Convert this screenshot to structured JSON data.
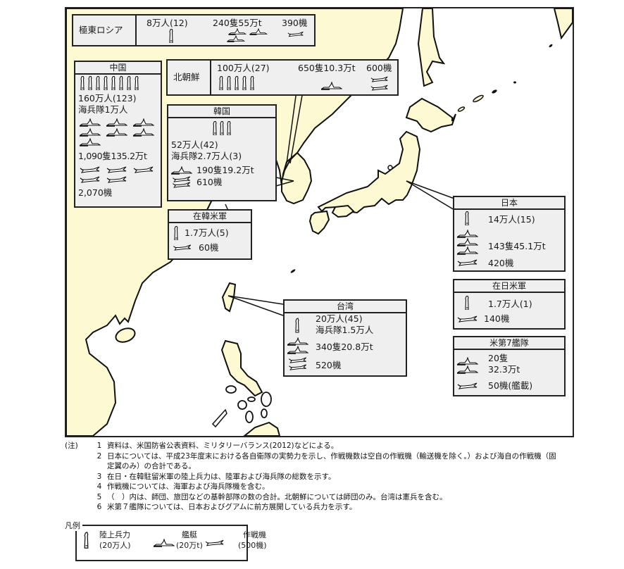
{
  "map": {
    "land_color": "#fdf9d2",
    "sea_color": "#ffffff",
    "box_color": "#efefef",
    "line_color": "#222222"
  },
  "regions": {
    "russia": {
      "name": "極東ロシア",
      "ground": "8万人(12)",
      "navy": "240隻55万t",
      "air": "390機"
    },
    "china": {
      "name": "中国",
      "ground": "160万人(123)",
      "marines": "海兵隊1万人",
      "navy": "1,090隻135.2万t",
      "air": "2,070機"
    },
    "north_korea": {
      "name": "北朝鮮",
      "ground": "100万人(27)",
      "navy": "650隻10.3万t",
      "air": "600機"
    },
    "south_korea": {
      "name": "韓国",
      "ground": "52万人(42)",
      "marines": "海兵隊2.7万人(3)",
      "navy": "190隻19.2万t",
      "air": "610機"
    },
    "usfk": {
      "name": "在韓米軍",
      "ground": "1.7万人(5)",
      "air": "60機"
    },
    "japan": {
      "name": "日本",
      "ground": "14万人(15)",
      "navy": "143隻45.1万t",
      "air": "420機"
    },
    "usfj": {
      "name": "在日米軍",
      "ground": "1.7万人(1)",
      "air": "140機"
    },
    "seventh_fleet": {
      "name": "米第7艦隊",
      "navy_ships": "20隻",
      "navy_tons": "32.3万t",
      "air": "50機(艦載)"
    },
    "taiwan": {
      "name": "台湾",
      "ground": "20万人(45)",
      "marines": "海兵隊1.5万人",
      "navy": "340隻20.8万t",
      "air": "520機"
    }
  },
  "icons": {
    "ground": "soldier-icon",
    "navy": "warship-icon",
    "air": "fighter-jet-icon"
  },
  "notes": {
    "head": "(注)",
    "items": [
      {
        "num": "1",
        "text": "資料は、米国防省公表資料、ミリタリーバランス(2012)などによる。"
      },
      {
        "num": "2",
        "text": "日本については、平成23年度末における各自衛隊の実勢力を示し、作戦機数は空自の作戦機（輸送機を除く。）および海自の作戦機（固定翼のみ）の合計である。"
      },
      {
        "num": "3",
        "text": "在日・在韓駐留米軍の陸上兵力は、陸軍および海兵隊の総数を示す。"
      },
      {
        "num": "4",
        "text": "作戦機については、海軍および海兵隊機を含む。"
      },
      {
        "num": "5",
        "text": "（　）内は、師団、旅団などの基幹部隊の数の合計。北朝鮮については師団のみ。台湾は憲兵を含む。"
      },
      {
        "num": "6",
        "text": "米第７艦隊については、日本およびグアムに前方展開している兵力を示す。"
      }
    ]
  },
  "legend": {
    "title": "凡例",
    "ground_label": "陸上兵力",
    "ground_unit": "(20万人)",
    "navy_label": "艦艇",
    "navy_unit": "(20万t)",
    "air_label": "作戦機",
    "air_unit": "(500機)"
  }
}
